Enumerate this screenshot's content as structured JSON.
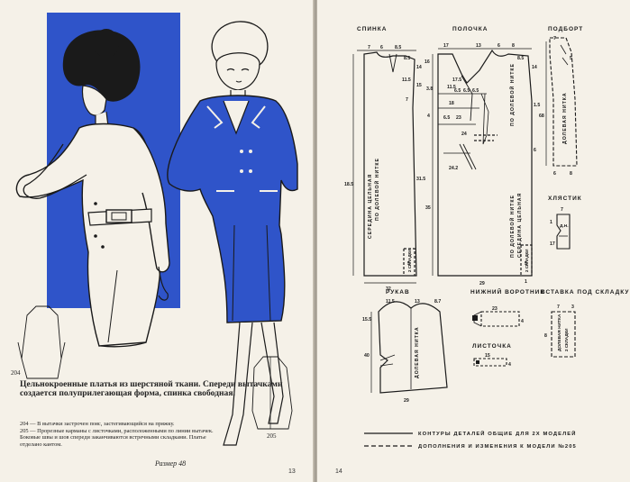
{
  "left_page": {
    "model_label_204": "204",
    "model_label_205": "205",
    "caption": "Цельнокроенные платья из шерстяной ткани. Спереди вытачками создается полуприлегающая форма, спинка свободная.",
    "description_204": "204 — В вытачки застрочен пояс, застегивающийся на пряжку.",
    "description_205": "205 — Прорезные карманы с листочками, расположенными по линии вытачек. Боковые швы и шов спереди заканчиваются встречными складками. Платье отделано кантом.",
    "size_label": "Размер 48",
    "page_number": "13",
    "accent_color": "#2f54c9"
  },
  "right_page": {
    "page_number": "14",
    "pieces": {
      "back": "СПИНКА",
      "front": "ПОЛОЧКА",
      "facing": "ПОДБОРТ",
      "tab": "ХЛЯСТИК",
      "sleeve": "РУКАВ",
      "undercollar": "НИЖНИЙ ВОРОТНИК",
      "pocket_flap": "ЛИСТОЧКА",
      "pleat_insert": "ВСТАВКА ПОД СКЛАДКУ"
    },
    "grain_labels": {
      "lengthwise": "ПО ДОЛЕВОЙ НИТКЕ",
      "center_back": "СЕРЕДИНА ЦЕЛЬНАЯ",
      "center_front": "СЕРЕДИНА ЦЕЛЬНАЯ",
      "lengthwise_short": "ДОЛЕВАЯ НИТКА",
      "fold": "2 СКЛАДКИ",
      "fold_short": "2 СКЛАДКИ",
      "tab_grain": "Д.Н."
    },
    "measurements": {
      "back": [
        "7",
        "6",
        "8.5",
        "8.5",
        "11.5",
        "7",
        "18.5",
        "14",
        "15",
        "31.5",
        "32",
        "5"
      ],
      "front": [
        "17",
        "13",
        "6",
        "8",
        "8.5",
        "14",
        "17.5",
        "16",
        "3.8",
        "11.5",
        "6.5",
        "6.5",
        "6.5",
        "6.5",
        "18",
        "4",
        "23",
        "24",
        "24.2",
        "35",
        "1.5",
        "6",
        "5",
        "29",
        "1"
      ],
      "facing": [
        "7",
        "68",
        "6",
        "8",
        "5"
      ],
      "tab": [
        "7",
        "1",
        "17"
      ],
      "sleeve": [
        "11.5",
        "13",
        "8.7",
        "15.5",
        "40",
        "29"
      ],
      "undercollar": [
        "23",
        "4"
      ],
      "pocket_flap": [
        "15",
        "4"
      ],
      "pleat_insert": [
        "7",
        "8",
        "3"
      ]
    },
    "legend": {
      "solid": "КОНТУРЫ ДЕТАЛЕЙ ОБЩИЕ ДЛЯ 2Х МОДЕЛЕЙ",
      "dashed": "ДОПОЛНЕНИЯ И ИЗМЕНЕНИЯ К МОДЕЛИ №205"
    }
  }
}
